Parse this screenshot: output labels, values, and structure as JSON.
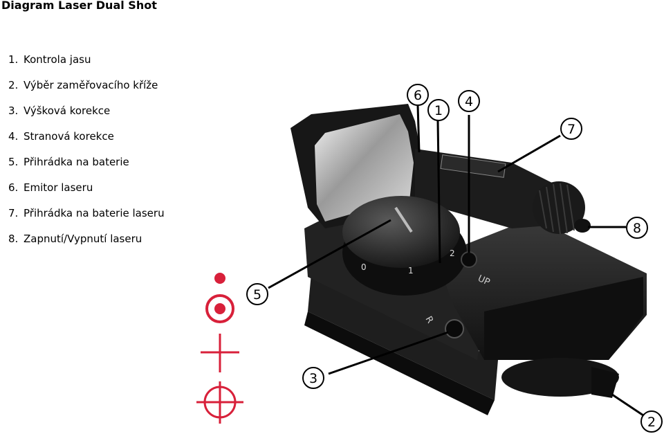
{
  "title": "Diagram Laser Dual Shot",
  "legend": [
    {
      "num": "1.",
      "label": "Kontrola jasu"
    },
    {
      "num": "2.",
      "label": "Výběr zaměřovacího kříže"
    },
    {
      "num": "3.",
      "label": "Výšková korekce"
    },
    {
      "num": "4.",
      "label": "Stranová korekce"
    },
    {
      "num": "5.",
      "label": "Přihrádka na baterie"
    },
    {
      "num": "6.",
      "label": "Emitor laseru"
    },
    {
      "num": "7.",
      "label": "Přihrádka na baterie laseru"
    },
    {
      "num": "8.",
      "label": "Zapnutí/Vypnutí laseru"
    }
  ],
  "callouts": [
    "1",
    "2",
    "3",
    "4",
    "5",
    "6",
    "7",
    "8"
  ],
  "dial_marks": [
    "0",
    "1",
    "2"
  ],
  "adjuster_labels": {
    "up": "UP",
    "right": "R"
  },
  "reticle_color": "#d8203a",
  "reticles": [
    "dot",
    "circle-dot",
    "crosshair",
    "circle-crosshair"
  ]
}
